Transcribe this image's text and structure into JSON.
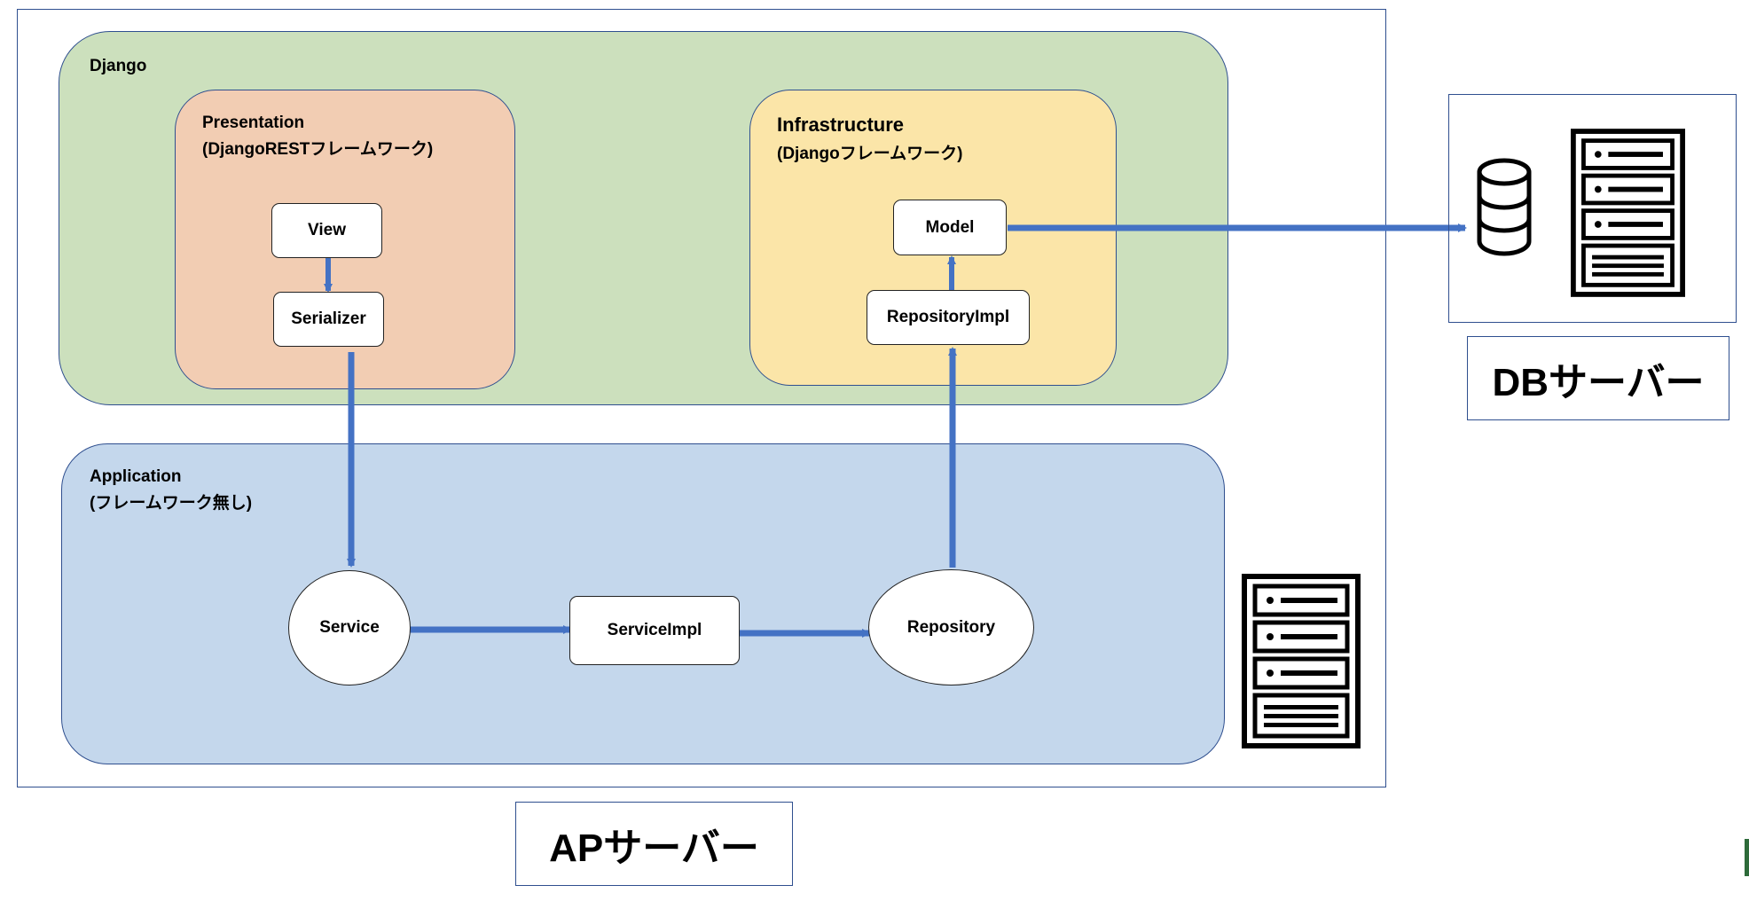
{
  "ap_server": {
    "title": "APサーバー",
    "django": {
      "label": "Django",
      "presentation": {
        "title": "Presentation",
        "subtitle": "(DjangoRESTフレームワーク)",
        "nodes": {
          "view": "View",
          "serializer": "Serializer"
        }
      },
      "infrastructure": {
        "title": "Infrastructure",
        "subtitle": "(Djangoフレームワーク)",
        "nodes": {
          "model": "Model",
          "repository_impl": "RepositoryImpl"
        }
      }
    },
    "application": {
      "title": "Application",
      "subtitle": "(フレームワーク無し)",
      "nodes": {
        "service": "Service",
        "service_impl": "ServiceImpl",
        "repository": "Repository"
      }
    }
  },
  "db_server": {
    "title": "DBサーバー"
  },
  "colors": {
    "django_bg": "#cce0bd",
    "presentation_bg": "#f2cdb3",
    "infrastructure_bg": "#fbe5a8",
    "application_bg": "#c4d7ec",
    "region_border": "#2f4f8f",
    "arrow": "#4472c4"
  },
  "icons": [
    "server-rack-icon",
    "database-icon"
  ]
}
